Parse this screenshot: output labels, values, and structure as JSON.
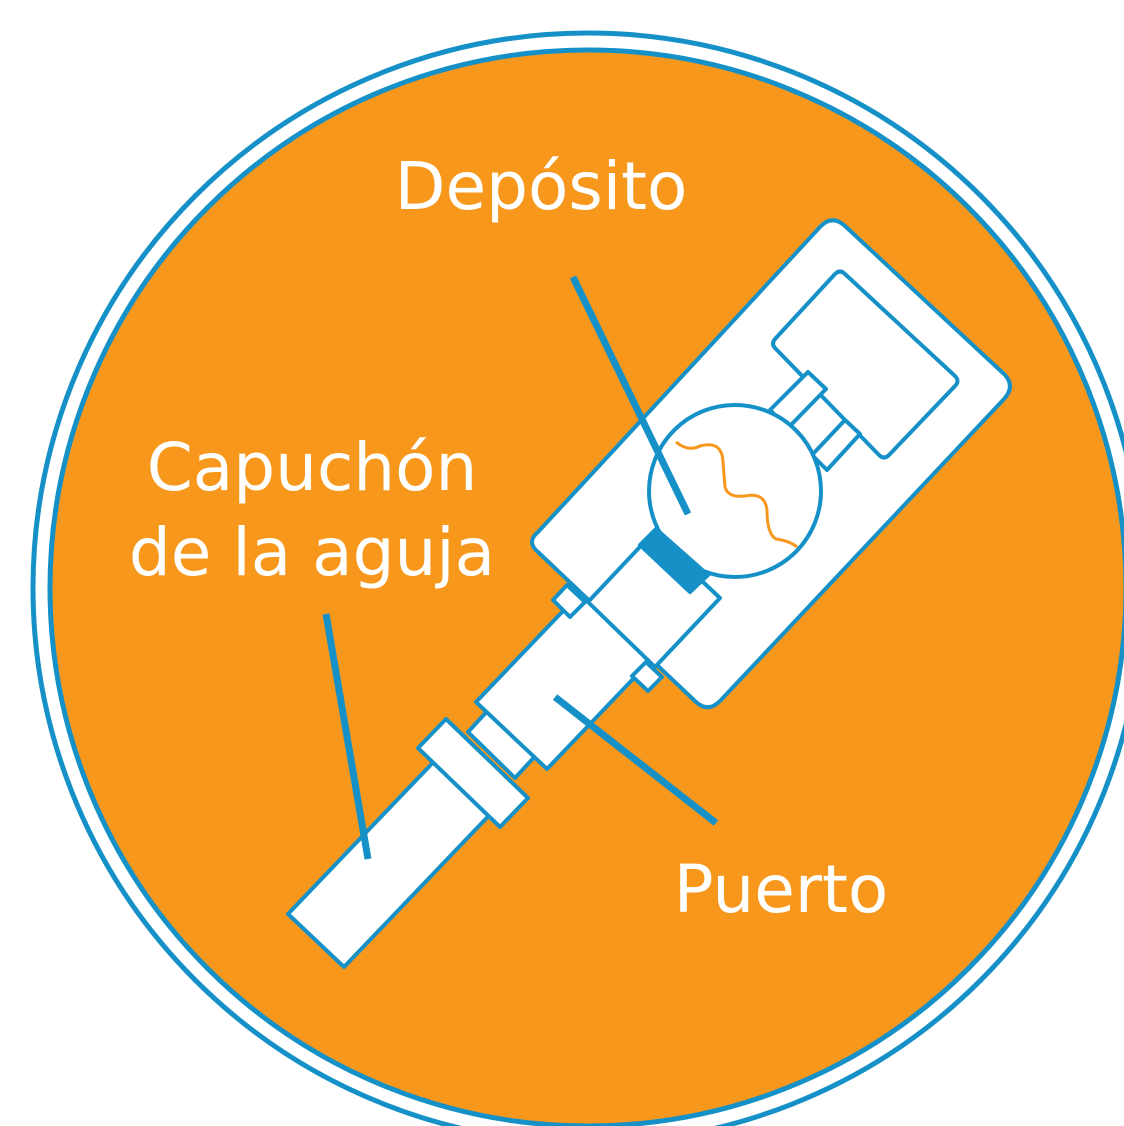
{
  "colors": {
    "background_fill": "#F7981D",
    "outline": "#1591C8",
    "device_fill": "#ffffff",
    "tubing": "#F7981D",
    "label_text": "#ffffff"
  },
  "labels": {
    "reservoir": "Depósito",
    "needle_cap_line1": "Capuchón",
    "needle_cap_line2": "de la aguja",
    "port": "Puerto"
  }
}
